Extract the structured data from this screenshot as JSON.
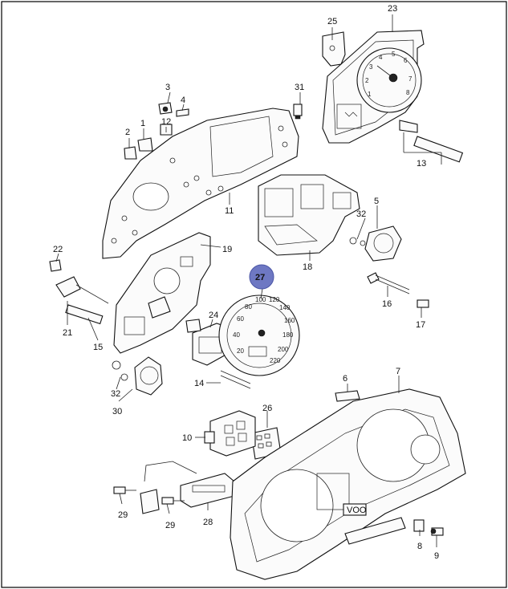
{
  "callouts": {
    "c1": "1",
    "c2": "2",
    "c3": "3",
    "c4": "4",
    "c5": "5",
    "c6": "6",
    "c7": "7",
    "c8": "8",
    "c9": "9",
    "c10": "10",
    "c11": "11",
    "c12": "12",
    "c13": "13",
    "c14": "14",
    "c15": "15",
    "c16": "16",
    "c17": "17",
    "c18": "18",
    "c19": "19",
    "c21": "21",
    "c22": "22",
    "c23": "23",
    "c24": "24",
    "c25": "25",
    "c26": "26",
    "c27": "27",
    "c28": "28",
    "c29a": "29",
    "c29b": "29",
    "c30": "30",
    "c31": "31",
    "c32a": "32",
    "c32b": "32"
  },
  "highlight": {
    "label": "27",
    "color": "#6e78c3"
  },
  "speedometer_scale": [
    "20",
    "40",
    "60",
    "80",
    "100",
    "120",
    "140",
    "160",
    "180",
    "200",
    "220"
  ],
  "tachometer_scale": [
    "1",
    "2",
    "3",
    "4",
    "5",
    "6",
    "7",
    "8"
  ],
  "panel_marking": "VOO"
}
